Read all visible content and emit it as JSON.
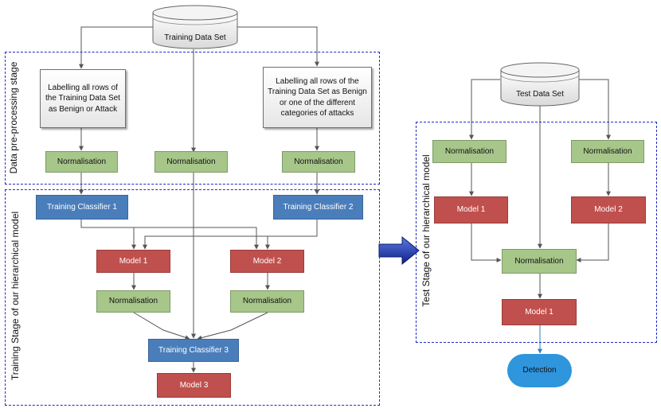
{
  "regions": {
    "preprocessing": "Data pre-processing stage",
    "training": "Training Stage of our hierarchical model",
    "test": "Test Stage of our hierarchical model"
  },
  "training_set": "Training Data Set",
  "test_set": "Test Data Set",
  "labelling_left": "Labelling all rows of the Training Data Set as Benign or Attack",
  "labelling_right": "Labelling all rows of the Training Data Set as Benign or one of the different categories of attacks",
  "normalisation": "Normalisation",
  "classifier_1": "Training Classifier 1",
  "classifier_2": "Training Classifier 2",
  "classifier_3": "Training Classifier 3",
  "model_1": "Model 1",
  "model_2": "Model 2",
  "model_3": "Model 3",
  "detection": "Detection",
  "colors": {
    "green": "#a7c68a",
    "blue": "#4a7ebb",
    "red": "#c0504d",
    "pill": "#2f95dc",
    "dashed_border": "#1f2bc8",
    "arrow_big": "#1a2f9c"
  }
}
